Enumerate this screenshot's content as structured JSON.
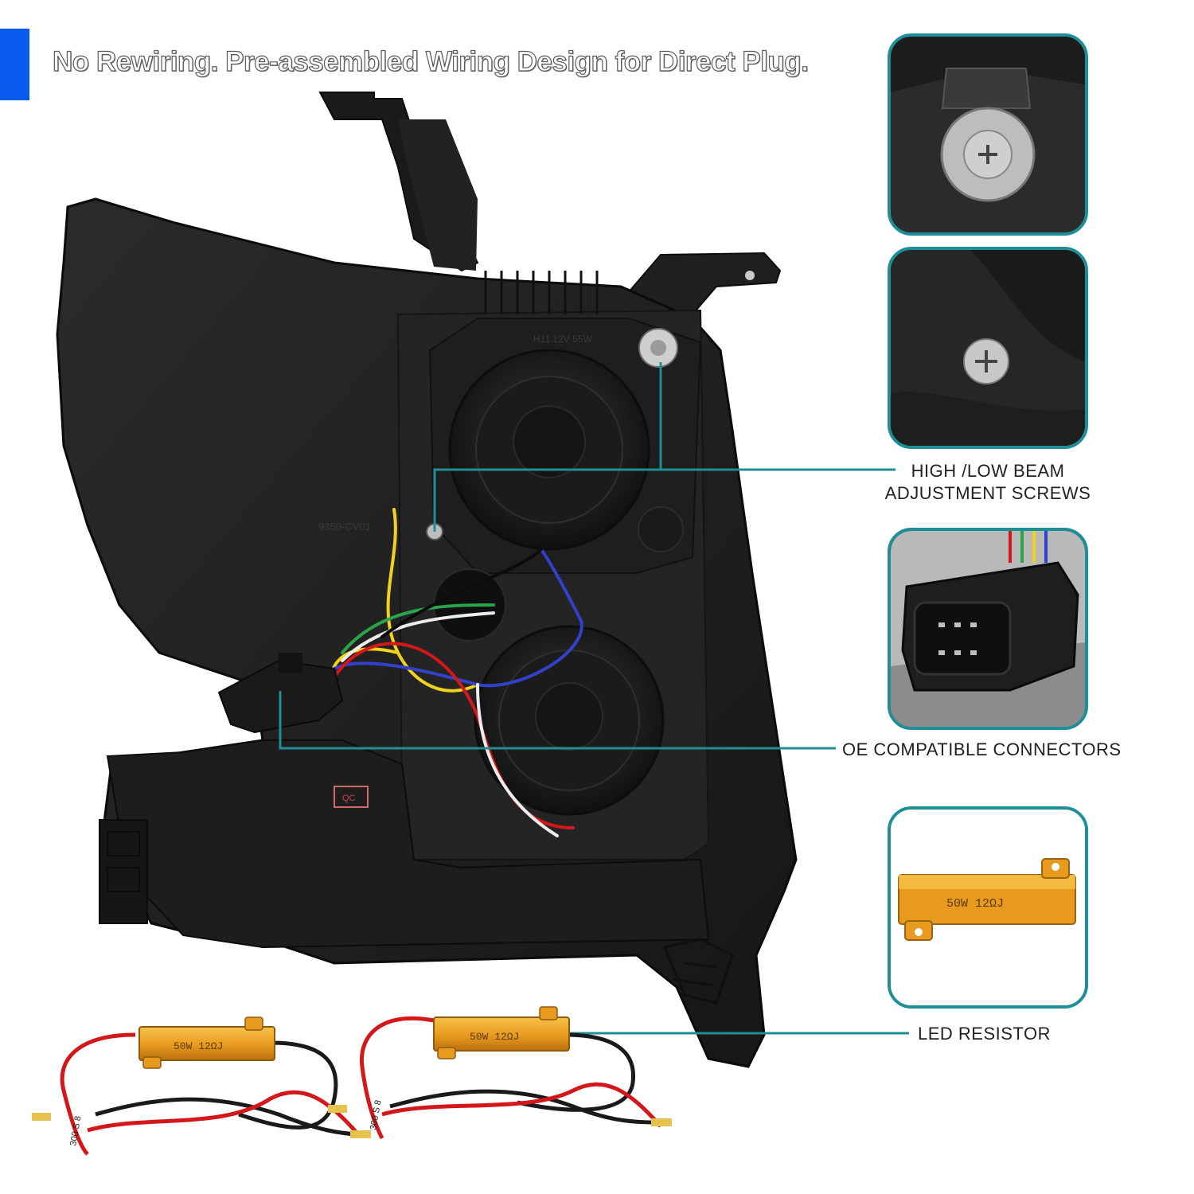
{
  "headline": "No Rewiring. Pre-assembled Wiring Design for Direct Plug.",
  "callouts": {
    "beam_line1": "HIGH /LOW BEAM",
    "beam_line2": "ADJUSTMENT SCREWS",
    "connectors": "OE COMPATIBLE CONNECTORS",
    "resistor": "LED RESISTOR"
  },
  "colors": {
    "accent": "#0a5cf0",
    "callout_line": "#1f8f97",
    "housing": "#1c1c1c",
    "resistor_gold": "#e79a1e"
  },
  "product_markings": {
    "resistor_label": "50W 12ΩJ",
    "wire_tag": "300 S 8",
    "bulb_label": "H11 12V 55W",
    "part_number": "9350-CV01",
    "qc_stamp": "QC"
  }
}
